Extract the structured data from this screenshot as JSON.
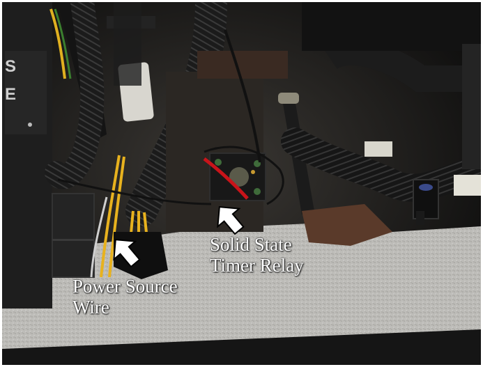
{
  "photo": {
    "labels": [
      {
        "id": "power-source-wire",
        "lines": [
          "Power Source",
          "Wire"
        ]
      },
      {
        "id": "solid-state-timer-relay",
        "lines": [
          "Solid State",
          "Timer Relay"
        ]
      }
    ],
    "colors": {
      "carpet": "#bdbcb8",
      "conduit": "#1a1a1a",
      "wire_yellow": "#e8b21e",
      "wire_red": "#c8141a",
      "caption": "#ffffff"
    },
    "icons": [
      "arrow-icon",
      "arrow-icon"
    ]
  }
}
